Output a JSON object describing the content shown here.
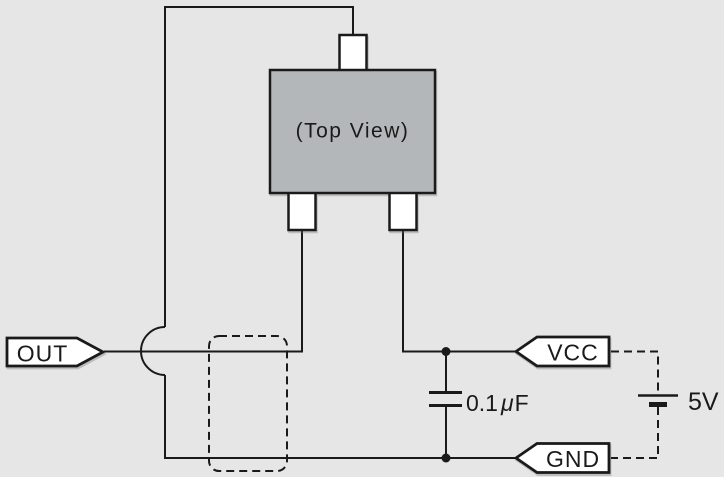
{
  "figure": {
    "package": {
      "label": "(Top View)"
    },
    "tags": {
      "out": "OUT",
      "vcc": "VCC",
      "gnd": "GND"
    },
    "capacitor": {
      "prefix": "0.1",
      "mu": "μ",
      "suffix": "F",
      "value": "0.1μF"
    },
    "battery": {
      "label": "5V"
    },
    "colors": {
      "background": "#e6e6e6",
      "line": "#1a1a1a",
      "package_fill": "#b4b7b9",
      "tag_fill": "#ffffff",
      "page_margin": "#ffffff"
    }
  }
}
